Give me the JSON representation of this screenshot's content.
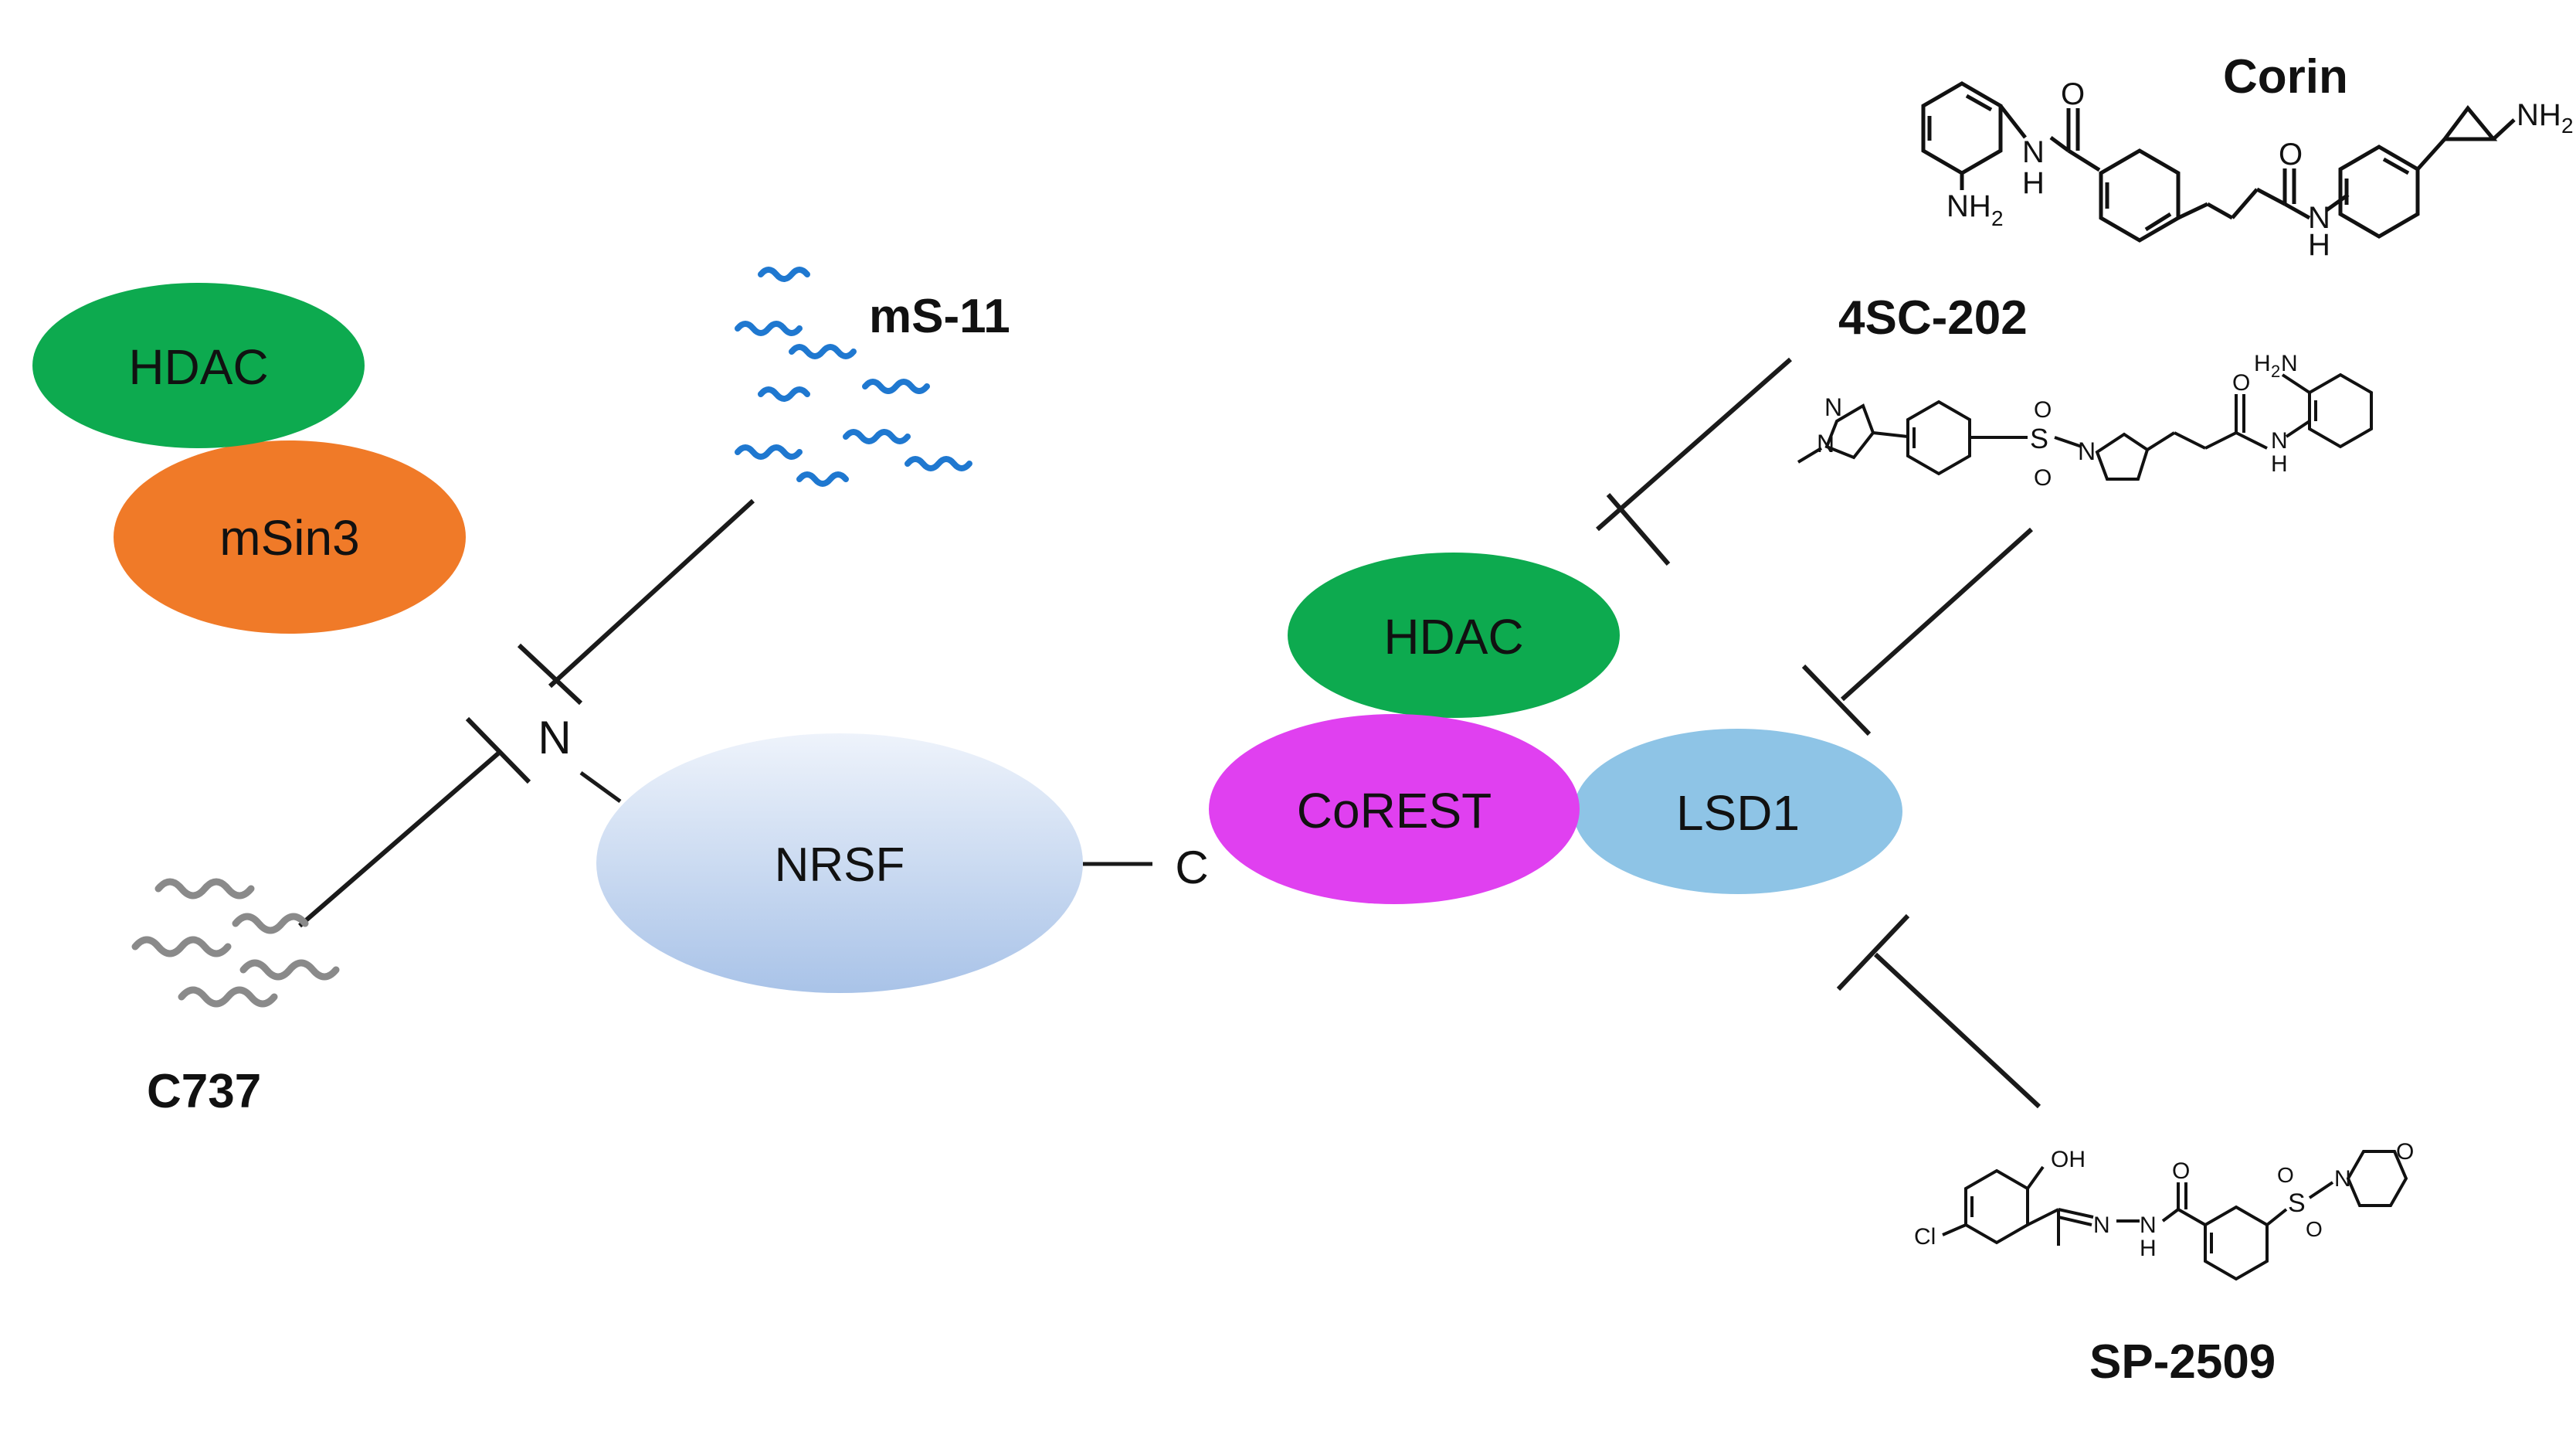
{
  "proteins": {
    "hdac_left": "HDAC",
    "msin3": "mSin3",
    "nrsf": "NRSF",
    "hdac_right": "HDAC",
    "corest": "CoREST",
    "lsd1": "LSD1"
  },
  "termini": {
    "n_terminus": "N",
    "c_terminus": "C"
  },
  "compounds": {
    "ms11": "mS-11",
    "c737": "C737",
    "corin": "Corin",
    "sc202": "4SC-202",
    "sp2509": "SP-2509"
  },
  "atoms": {
    "nh2": "NH",
    "sub2": "2",
    "n": "N",
    "h": "H",
    "o": "O",
    "s": "S",
    "oh": "OH",
    "cl": "Cl",
    "h2n": "H",
    "h2n_tail": "N"
  },
  "colors": {
    "hdac": "#0daa4f",
    "msin3": "#f07a28",
    "corest": "#e040f0",
    "lsd1": "#8ec4e6",
    "nrsf_top": "#eef3fb",
    "nrsf_bottom": "#a9c3e8",
    "ms11_strand": "#1f78d0",
    "c737_strand": "#8a8a8a",
    "inhibition": "#1a1a1a"
  }
}
